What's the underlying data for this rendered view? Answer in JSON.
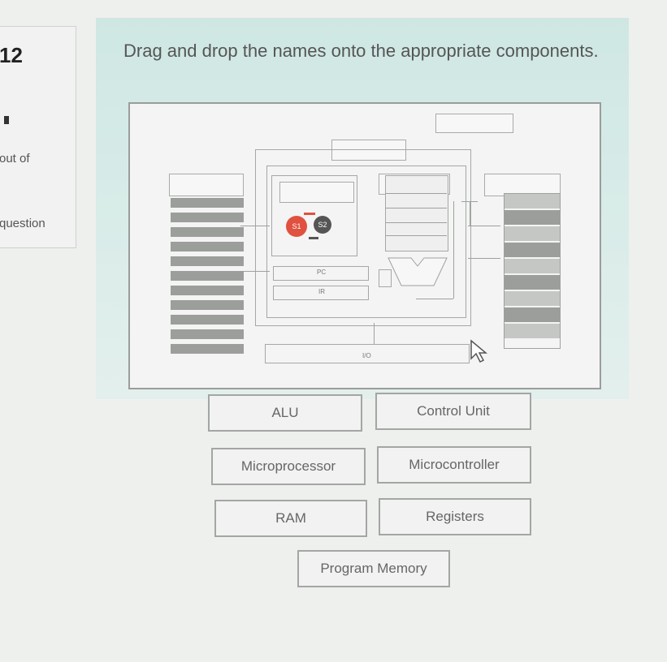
{
  "sidebar": {
    "question_number": "12",
    "mark_glyph": "1",
    "out_of_text": "out of",
    "flag_text": "question"
  },
  "question": {
    "prompt": "Drag and drop the names onto the appropriate components."
  },
  "diagram": {
    "s1_label": "S1",
    "s2_label": "S2",
    "pc_label": "PC",
    "ir_label": "IR",
    "io_label": "I/O"
  },
  "labels": {
    "alu": "ALU",
    "control_unit": "Control Unit",
    "microprocessor": "Microprocessor",
    "microcontroller": "Microcontroller",
    "ram": "RAM",
    "registers": "Registers",
    "program_memory": "Program Memory"
  },
  "colors": {
    "s1": "#e0513f",
    "s2": "#555555",
    "accent_bg": "#cfe7e3"
  },
  "icons": {
    "cursor": "mouse-pointer-icon"
  }
}
